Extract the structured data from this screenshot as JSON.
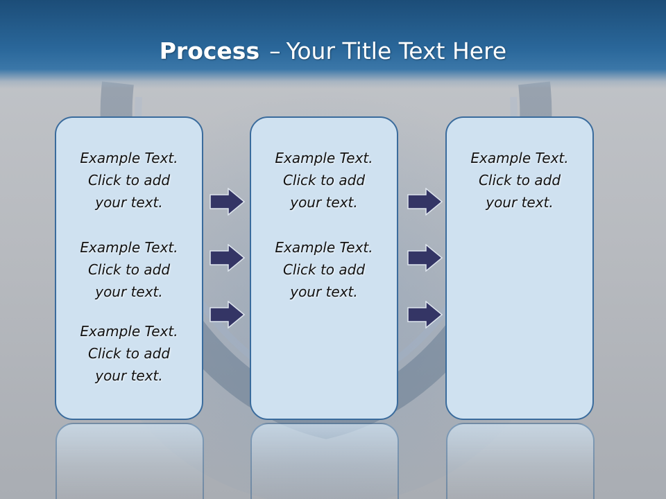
{
  "title": {
    "strong": "Process",
    "separator": "–",
    "rest": "Your Title Text Here"
  },
  "placeholder": {
    "line1": "Example Text.",
    "line2": "Click  to add",
    "line3": "your text."
  },
  "colors": {
    "header": "#2a679a",
    "box_fill": "#cfe1f0",
    "box_border": "#3a6b9c",
    "arrow_fill": "#343565"
  },
  "icons": [
    "right-arrow-icon"
  ]
}
